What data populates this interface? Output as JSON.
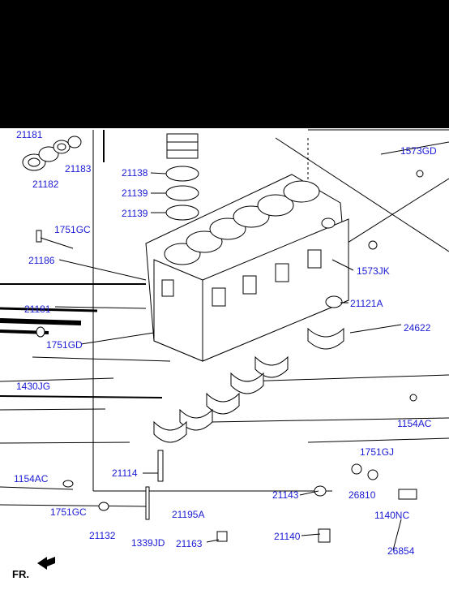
{
  "part_labels": {
    "p21181_top": "21181",
    "p21183": "21183",
    "p21182": "21182",
    "p21138": "21138",
    "p21139a": "21139",
    "p21139b": "21139",
    "p1573GD": "1573GD",
    "p1751GC_top": "1751GC",
    "p21186": "21186",
    "p1573JK": "1573JK",
    "p21181_mid": "21181",
    "p21121A": "21121A",
    "p24622": "24622",
    "p1751GD": "1751GD",
    "p1430JG": "1430JG",
    "p1154AC_right": "1154AC",
    "p1751GJ": "1751GJ",
    "p21114": "21114",
    "p1154AC_left": "1154AC",
    "p21143": "21143",
    "p26810": "26810",
    "p1751GC_bot": "1751GC",
    "p21195A": "21195A",
    "p21140": "21140",
    "p1140NC": "1140NC",
    "p21132": "21132",
    "p1339JD": "1339JD",
    "p21163": "21163",
    "p26854": "26854"
  },
  "direction_label": "FR."
}
